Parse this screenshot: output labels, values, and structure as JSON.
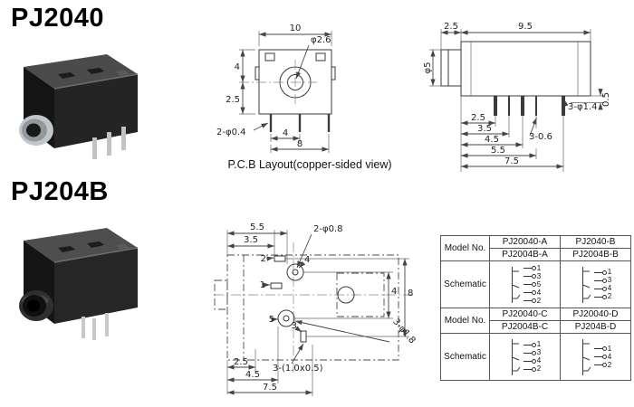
{
  "pj2040": {
    "title": "PJ2040",
    "front_view": {
      "caption": "P.C.B Layout(copper-sided view)",
      "dim_width": "10",
      "dim_top_to_center": "4",
      "dim_center_to_bottom": "2.5",
      "center_hole": "φ2.6",
      "small_holes": "2-φ0.4",
      "dim_pin_inner": "4",
      "dim_pin_outer": "8"
    },
    "side_view": {
      "dim_bushing": "2.5",
      "dim_body_len": "9.5",
      "dim_diameter": "φ5",
      "dim_pin_step": "0.5",
      "pins_round": "3-φ1.4",
      "pins_flat": "3-0.6",
      "chain": [
        "2.5",
        "3.5",
        "4.5",
        "5.5",
        "7.5"
      ]
    }
  },
  "pj204b": {
    "title": "PJ204B",
    "layout": {
      "dim_top_a": "5.5",
      "dim_top_b": "3.5",
      "holes_small": "2-φ0.8",
      "holes_large": "3-φ1.8",
      "slots": "3-(1.0x0.5)",
      "dim_right_a": "4",
      "dim_right_b": "8",
      "dim_bot_a": "2.5",
      "dim_bot_b": "4.5",
      "dim_bot_c": "7.5",
      "pin1": "1",
      "pin2": "2",
      "pin3": "3",
      "pin4": "4",
      "pin5": "5"
    }
  },
  "table": {
    "row_label_model": "Model No.",
    "row_label_schematic": "Schematic",
    "group1": {
      "a1": "PJ20040-A",
      "b1": "PJ2040-B",
      "a2": "PJ2004B-A",
      "b2": "PJ2004B-B",
      "pins_a": [
        "1",
        "3",
        "5",
        "4",
        "2"
      ],
      "pins_b": [
        "1",
        "3",
        "4",
        "2"
      ]
    },
    "group2": {
      "a1": "PJ20040-C",
      "b1": "PJ20040-D",
      "a2": "PJ2004B-C",
      "b2": "PJ204B-D",
      "pins_a": [
        "1",
        "3",
        "4",
        "2"
      ],
      "pins_b": [
        "1",
        "4",
        "2"
      ]
    }
  }
}
